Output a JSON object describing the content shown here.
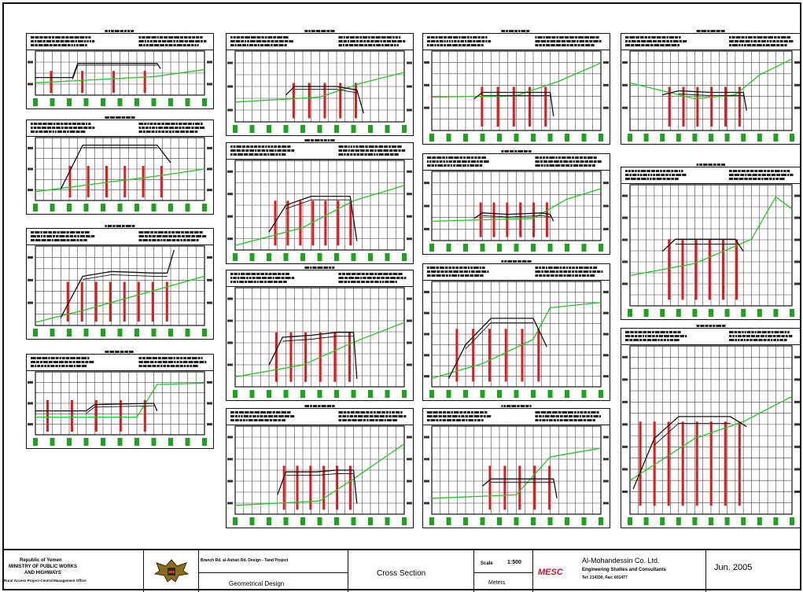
{
  "sections": [
    {
      "id": "c1-1",
      "code": [
        [
          0,
          0.6
        ],
        [
          0.22,
          0.6
        ],
        [
          0.25,
          0.28
        ],
        [
          0.52,
          0.28
        ],
        [
          0.72,
          0.28
        ],
        [
          0.74,
          0.4
        ]
      ],
      "ground": [
        [
          0,
          0.72
        ],
        [
          0.3,
          0.66
        ],
        [
          0.7,
          0.58
        ],
        [
          1,
          0.42
        ]
      ],
      "labels": 4
    },
    {
      "id": "c1-2",
      "code": [
        [
          0.15,
          0.82
        ],
        [
          0.28,
          0.12
        ],
        [
          0.55,
          0.12
        ],
        [
          0.72,
          0.12
        ],
        [
          0.8,
          0.4
        ]
      ],
      "ground": [
        [
          0,
          0.86
        ],
        [
          0.4,
          0.72
        ],
        [
          0.75,
          0.6
        ],
        [
          1,
          0.5
        ]
      ],
      "labels": 6
    },
    {
      "id": "c1-3",
      "code": [
        [
          0.15,
          0.9
        ],
        [
          0.28,
          0.38
        ],
        [
          0.45,
          0.32
        ],
        [
          0.7,
          0.34
        ],
        [
          0.78,
          0.34
        ],
        [
          0.82,
          0.05
        ]
      ],
      "ground": [
        [
          0,
          0.96
        ],
        [
          0.3,
          0.8
        ],
        [
          0.6,
          0.62
        ],
        [
          1,
          0.38
        ]
      ],
      "labels": 8
    },
    {
      "id": "c1-4",
      "code": [
        [
          0,
          0.62
        ],
        [
          0.3,
          0.62
        ],
        [
          0.35,
          0.52
        ],
        [
          0.7,
          0.5
        ],
        [
          0.72,
          0.62
        ]
      ],
      "ground": [
        [
          0,
          0.72
        ],
        [
          0.6,
          0.72
        ],
        [
          0.72,
          0.2
        ],
        [
          1,
          0.18
        ]
      ],
      "labels": 5
    },
    {
      "id": "c2-1",
      "code": [
        [
          0.3,
          0.62
        ],
        [
          0.35,
          0.5
        ],
        [
          0.6,
          0.5
        ],
        [
          0.72,
          0.55
        ],
        [
          0.76,
          0.88
        ]
      ],
      "ground": [
        [
          0,
          0.72
        ],
        [
          0.5,
          0.65
        ],
        [
          0.75,
          0.45
        ],
        [
          1,
          0.3
        ]
      ],
      "labels": 5
    },
    {
      "id": "c2-2",
      "code": [
        [
          0.2,
          0.8
        ],
        [
          0.3,
          0.5
        ],
        [
          0.45,
          0.4
        ],
        [
          0.6,
          0.4
        ],
        [
          0.68,
          0.4
        ],
        [
          0.72,
          0.9
        ]
      ],
      "ground": [
        [
          0,
          0.95
        ],
        [
          0.4,
          0.75
        ],
        [
          0.7,
          0.45
        ],
        [
          1,
          0.28
        ]
      ],
      "labels": 7
    },
    {
      "id": "c2-3",
      "code": [
        [
          0.2,
          0.78
        ],
        [
          0.28,
          0.5
        ],
        [
          0.45,
          0.48
        ],
        [
          0.6,
          0.45
        ],
        [
          0.7,
          0.45
        ],
        [
          0.72,
          0.92
        ]
      ],
      "ground": [
        [
          0,
          0.9
        ],
        [
          0.4,
          0.78
        ],
        [
          0.7,
          0.55
        ],
        [
          1,
          0.35
        ]
      ],
      "labels": 6
    },
    {
      "id": "c2-4",
      "code": [
        [
          0.25,
          0.78
        ],
        [
          0.3,
          0.52
        ],
        [
          0.48,
          0.52
        ],
        [
          0.6,
          0.5
        ],
        [
          0.7,
          0.5
        ],
        [
          0.72,
          0.88
        ]
      ],
      "ground": [
        [
          0,
          0.9
        ],
        [
          0.5,
          0.85
        ],
        [
          0.7,
          0.6
        ],
        [
          1,
          0.2
        ]
      ],
      "labels": 6
    },
    {
      "id": "c3-1",
      "code": [
        [
          0.25,
          0.6
        ],
        [
          0.3,
          0.52
        ],
        [
          0.6,
          0.52
        ],
        [
          0.7,
          0.52
        ],
        [
          0.72,
          0.82
        ]
      ],
      "ground": [
        [
          0,
          0.58
        ],
        [
          0.5,
          0.56
        ],
        [
          0.75,
          0.38
        ],
        [
          1,
          0.15
        ]
      ],
      "labels": 5
    },
    {
      "id": "c3-2",
      "code": [
        [
          0.25,
          0.68
        ],
        [
          0.3,
          0.6
        ],
        [
          0.45,
          0.62
        ],
        [
          0.65,
          0.6
        ],
        [
          0.7,
          0.62
        ],
        [
          0.72,
          0.72
        ]
      ],
      "ground": [
        [
          0,
          0.72
        ],
        [
          0.6,
          0.68
        ],
        [
          0.8,
          0.4
        ],
        [
          1,
          0.25
        ]
      ],
      "labels": 6
    },
    {
      "id": "c3-3",
      "code": [
        [
          0.1,
          0.92
        ],
        [
          0.2,
          0.6
        ],
        [
          0.35,
          0.35
        ],
        [
          0.55,
          0.35
        ],
        [
          0.6,
          0.35
        ],
        [
          0.68,
          0.62
        ]
      ],
      "ground": [
        [
          0,
          0.92
        ],
        [
          0.3,
          0.78
        ],
        [
          0.6,
          0.55
        ],
        [
          0.7,
          0.25
        ],
        [
          1,
          0.2
        ]
      ],
      "labels": 6
    },
    {
      "id": "c3-4",
      "code": [
        [
          0.3,
          0.68
        ],
        [
          0.35,
          0.6
        ],
        [
          0.6,
          0.6
        ],
        [
          0.72,
          0.6
        ],
        [
          0.74,
          0.82
        ]
      ],
      "ground": [
        [
          0,
          0.82
        ],
        [
          0.5,
          0.78
        ],
        [
          0.7,
          0.35
        ],
        [
          1,
          0.25
        ]
      ],
      "labels": 5
    },
    {
      "id": "c4-1",
      "code": [
        [
          0.2,
          0.55
        ],
        [
          0.3,
          0.5
        ],
        [
          0.5,
          0.52
        ],
        [
          0.6,
          0.52
        ],
        [
          0.7,
          0.52
        ],
        [
          0.72,
          0.75
        ]
      ],
      "ground": [
        [
          0,
          0.4
        ],
        [
          0.4,
          0.6
        ],
        [
          0.65,
          0.55
        ],
        [
          0.8,
          0.3
        ],
        [
          1,
          0.1
        ]
      ],
      "labels": 6
    },
    {
      "id": "c4-2",
      "code": [
        [
          0.2,
          0.55
        ],
        [
          0.28,
          0.45
        ],
        [
          0.55,
          0.45
        ],
        [
          0.65,
          0.45
        ],
        [
          0.7,
          0.55
        ]
      ],
      "ground": [
        [
          0,
          0.75
        ],
        [
          0.4,
          0.65
        ],
        [
          0.75,
          0.45
        ],
        [
          0.9,
          0.1
        ],
        [
          1,
          0.2
        ]
      ],
      "labels": 6
    },
    {
      "id": "c4-3",
      "code": [
        [
          0.02,
          0.85
        ],
        [
          0.15,
          0.55
        ],
        [
          0.3,
          0.42
        ],
        [
          0.5,
          0.42
        ],
        [
          0.62,
          0.42
        ],
        [
          0.72,
          0.48
        ]
      ],
      "ground": [
        [
          0,
          0.8
        ],
        [
          0.4,
          0.55
        ],
        [
          0.7,
          0.45
        ],
        [
          1,
          0.3
        ]
      ],
      "labels": 8
    }
  ],
  "title_block": {
    "client_line1": "Republic of Yemen",
    "client_line2": "MINISTRY OF PUBLIC WORKS",
    "client_line3": "AND HIGHWAYS",
    "client_line4": "Rural Access Project-Central Management Office",
    "project": "Branch Rd. al-Ashari Rd. Design - Tand Project",
    "design_type": "Geometrical Design",
    "drawing_title": "Cross Section",
    "scale_label": "Scale",
    "scale_value": "1:500",
    "units": "Meters",
    "consultant_brand": "MESC",
    "consultant_line1": "Al-Mohandessin Co. Ltd.",
    "consultant_line2": "Engineering Studies and Consultants",
    "consultant_line3": "Tel: 214330, Fax: 601477",
    "date": "Jun. 2005"
  }
}
